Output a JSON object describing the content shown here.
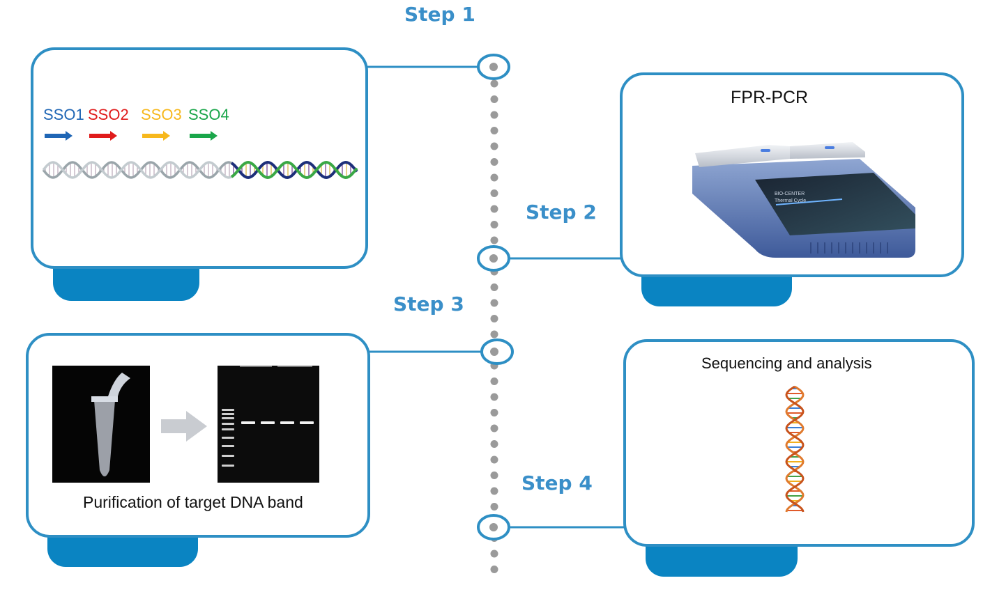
{
  "steps": {
    "s1": "Step 1",
    "s2": "Step 2",
    "s3": "Step 3",
    "s4": "Step 4"
  },
  "card1": {
    "oligos": [
      {
        "label": "SSO1",
        "color": "#1f66b5"
      },
      {
        "label": "SSO2",
        "color": "#e01b1b"
      },
      {
        "label": "SSO3",
        "color": "#f7b81c"
      },
      {
        "label": "SSO4",
        "color": "#1aa64a"
      }
    ]
  },
  "card2": {
    "title": "FPR-PCR",
    "screen_brand": "BIO-CENTER",
    "screen_text": "Thermal Cycle"
  },
  "card3": {
    "caption": "Purification of target DNA band"
  },
  "card4": {
    "caption": "Sequencing and analysis"
  },
  "colors": {
    "accent": "#2e8fc4",
    "tab": "#0a84c2",
    "dots": "#9a9a9a"
  }
}
